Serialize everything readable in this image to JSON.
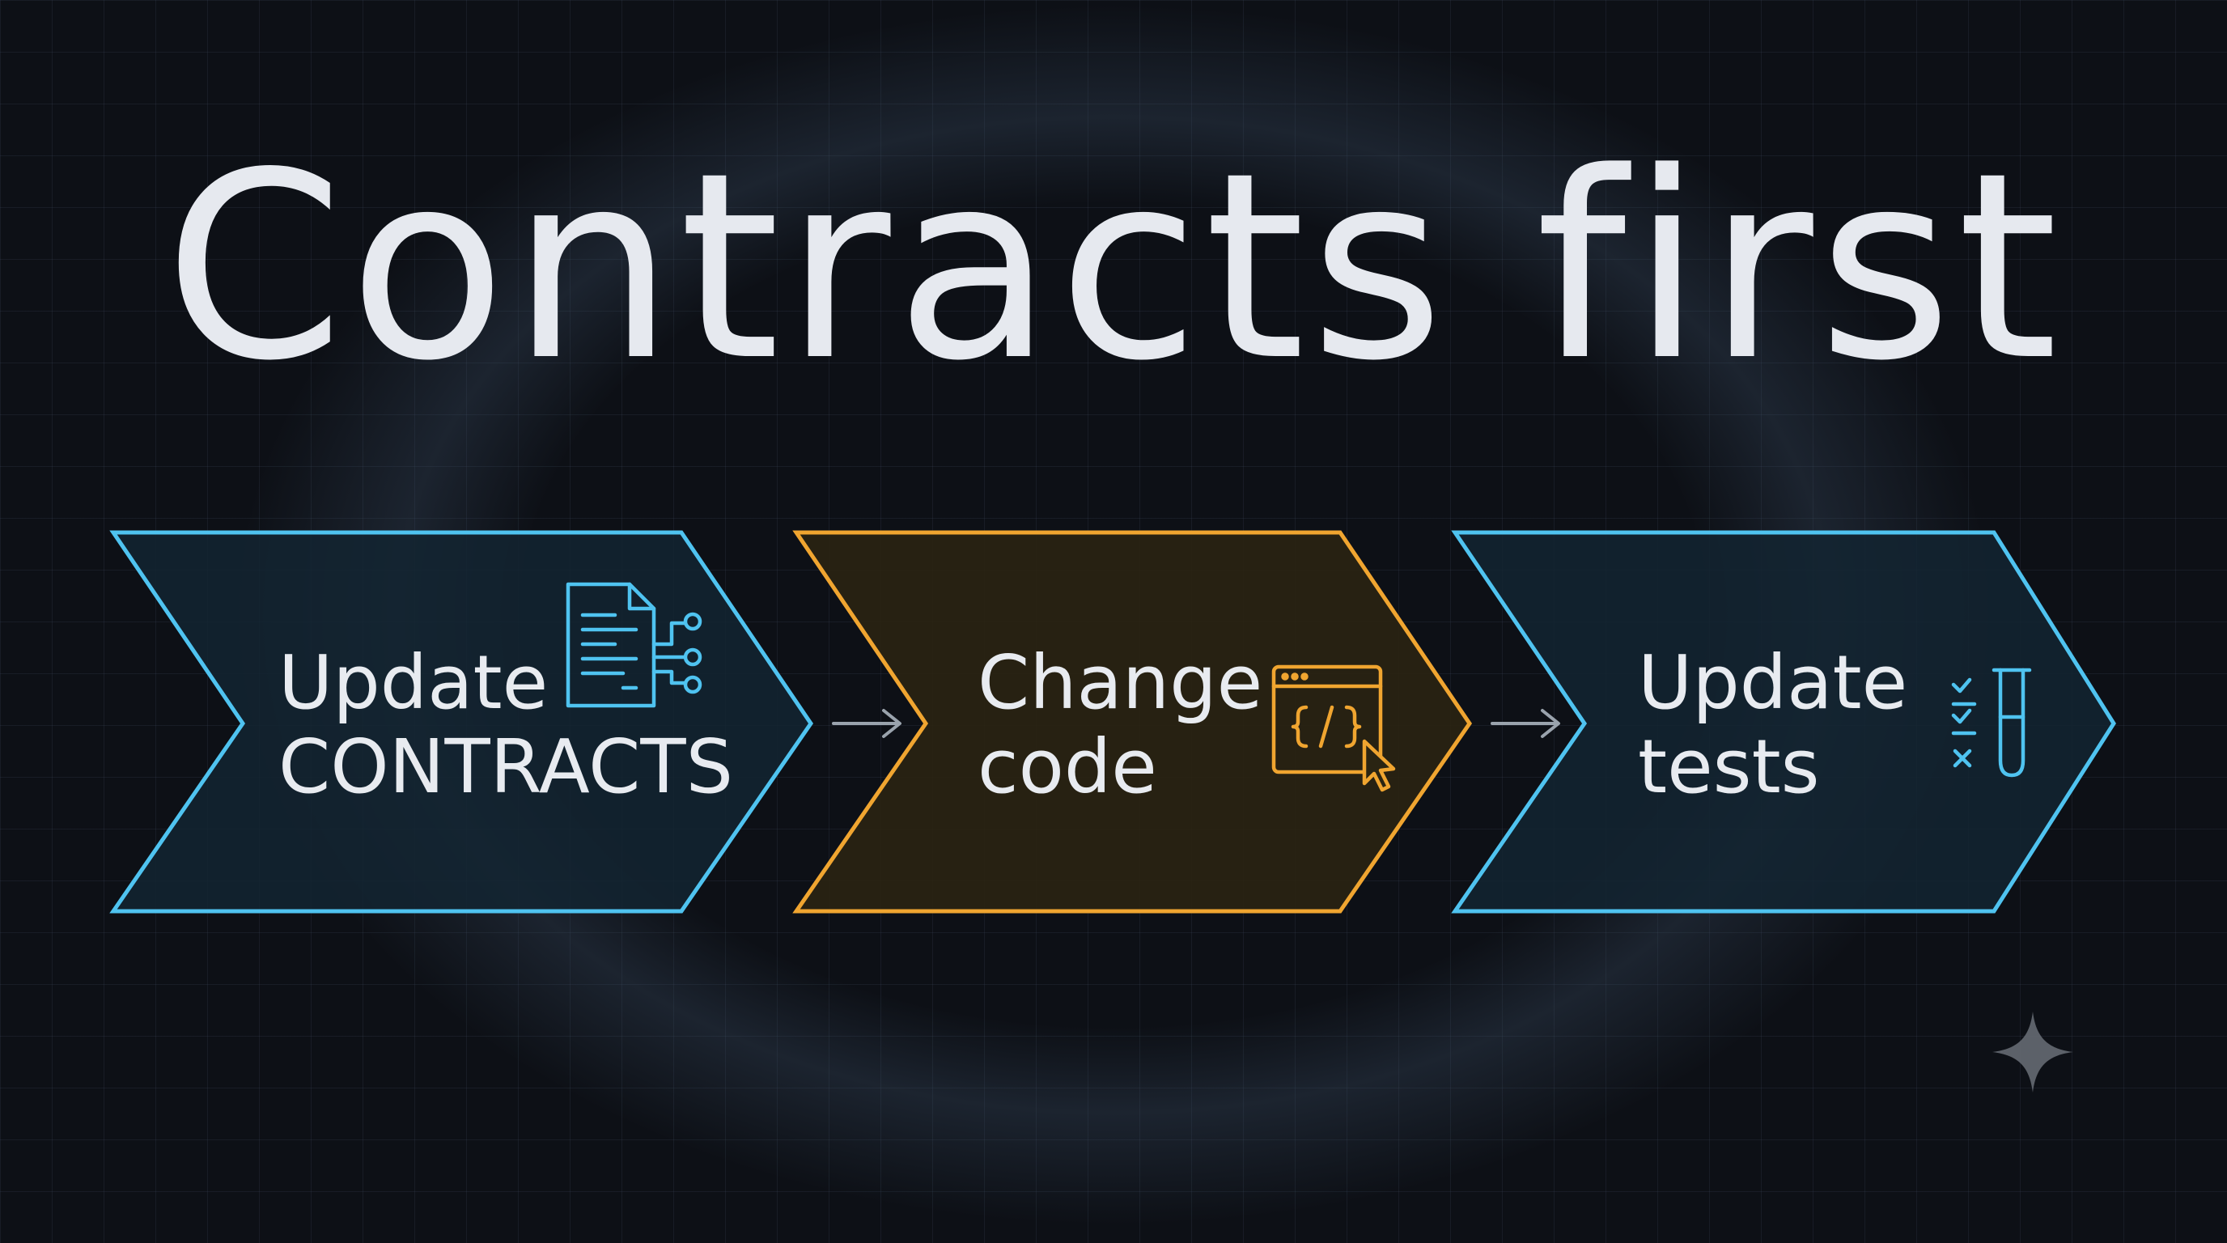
{
  "title": "Contracts first",
  "steps": [
    {
      "line1": "Update",
      "line2": "CONTRACTS",
      "icon": "contract-document-icon",
      "accent": "#4fc3f0"
    },
    {
      "line1": "Change",
      "line2": "code",
      "icon": "code-window-cursor-icon",
      "accent": "#f0a530"
    },
    {
      "line1": "Update",
      "line2": "tests",
      "icon": "test-checklist-tube-icon",
      "accent": "#4fc3f0"
    }
  ],
  "connectors": [
    "arrow-right-icon",
    "arrow-right-icon"
  ],
  "colors": {
    "background": "#0d1016",
    "blue_accent": "#4fc3f0",
    "orange_accent": "#f0a530",
    "text": "#e6e9ef"
  },
  "watermark_icon": "sparkle-icon"
}
